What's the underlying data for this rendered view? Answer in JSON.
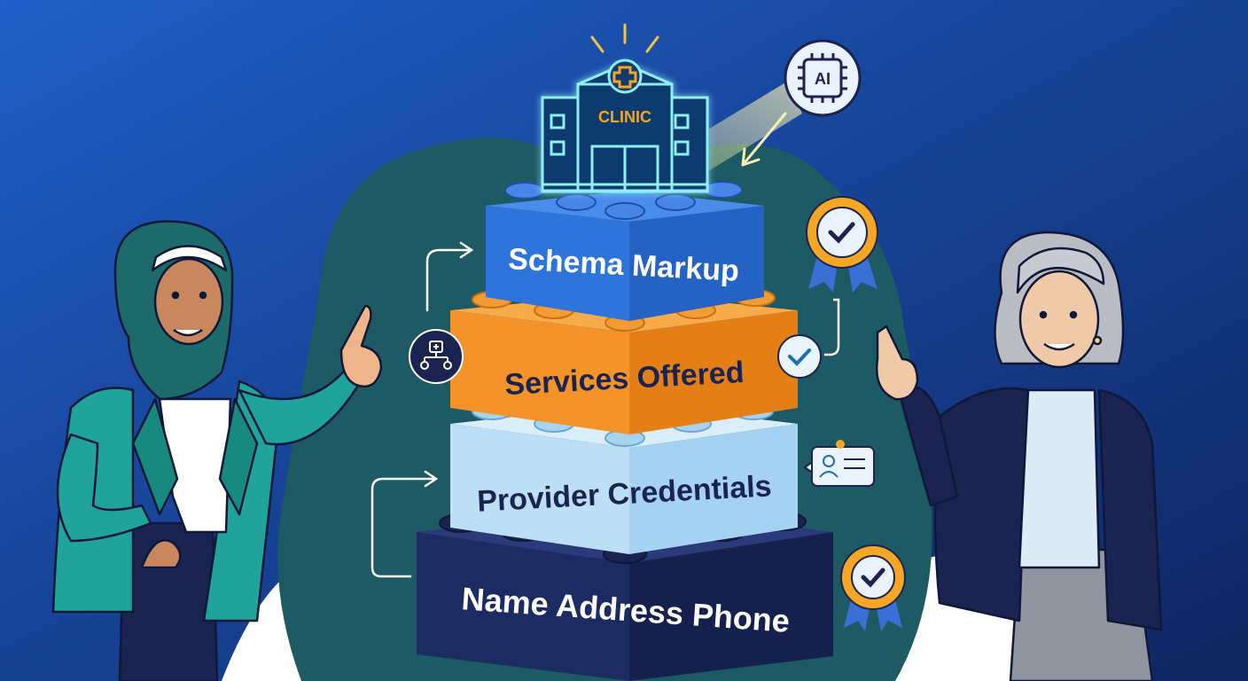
{
  "clinic": {
    "sign": "CLINIC"
  },
  "ai_badge": {
    "label": "AI"
  },
  "layers": [
    {
      "label": "Schema Markup"
    },
    {
      "label": "Services Offered"
    },
    {
      "label": "Provider Credentials"
    },
    {
      "label": "Name Address Phone"
    }
  ],
  "colors": {
    "background_top": "#1f5fc8",
    "background_bottom": "#0e2560",
    "blob": "#1d5a63",
    "schema_front": "#2f74db",
    "services_front": "#f3932a",
    "credentials_front": "#bcdff6",
    "nap_front": "#1d2b63",
    "neon": "#8feeff",
    "accent": "#f5a623"
  },
  "icons": [
    "clinic-building-icon",
    "ai-chip-icon",
    "award-ribbon-icon",
    "checkmark-icon",
    "org-chart-icon",
    "id-card-icon"
  ]
}
